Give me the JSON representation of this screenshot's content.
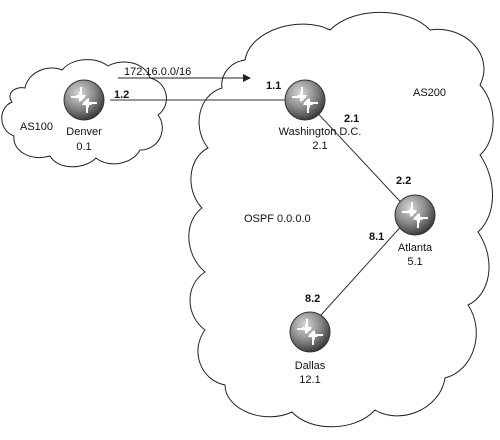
{
  "clouds": {
    "as100": {
      "label": "AS100"
    },
    "as200": {
      "label": "AS200",
      "area_label": "OSPF 0.0.0.0"
    }
  },
  "prefix_label": "172.16.0.0/16",
  "routers": [
    {
      "name": "Denver",
      "id": "0.1",
      "icon": "router-icon"
    },
    {
      "name": "Washington D.C.",
      "id": "2.1",
      "icon": "router-icon"
    },
    {
      "name": "Atlanta",
      "id": "5.1",
      "icon": "router-icon"
    },
    {
      "name": "Dallas",
      "id": "12.1",
      "icon": "router-icon"
    }
  ],
  "interfaces": {
    "denver_wash": "1.2",
    "wash_denver": "1.1",
    "wash_atlanta": "2.1",
    "atlanta_wash": "2.2",
    "atlanta_dallas": "8.1",
    "dallas_atlanta": "8.2"
  },
  "colors": {
    "router_dark": "#555555",
    "router_light": "#c8c8c8",
    "line": "#333333"
  }
}
